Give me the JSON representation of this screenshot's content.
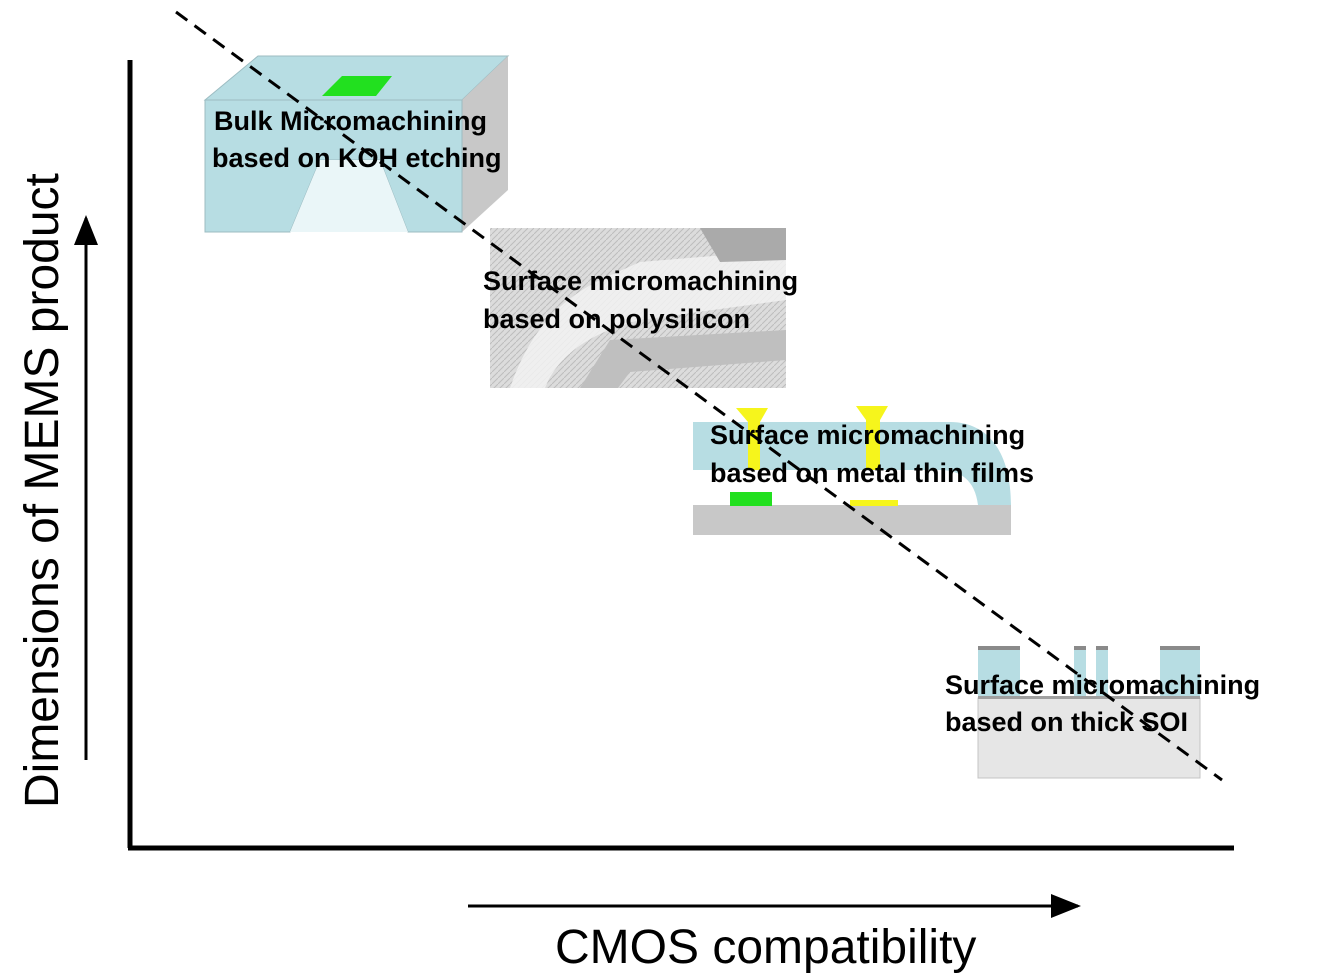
{
  "axes": {
    "y_title": "Dimensions of MEMS product",
    "x_title": "CMOS compatibility"
  },
  "technologies": [
    {
      "line1": "Bulk Micromachining",
      "line2": "based on KOH etching"
    },
    {
      "line1": "Surface micromachining",
      "line2": "based on polysilicon"
    },
    {
      "line1": "Surface micromachining",
      "line2": "based on metal thin films"
    },
    {
      "line1": "Surface micromachining",
      "line2": "based on thick SOI"
    }
  ],
  "colors": {
    "substrate_blue": "#b7dde3",
    "substrate_grey": "#c8c8c8",
    "light_grey": "#e6e6e6",
    "membrane_green": "#22e01f",
    "anchor_yellow": "#f6f51c",
    "axis": "#000000"
  }
}
